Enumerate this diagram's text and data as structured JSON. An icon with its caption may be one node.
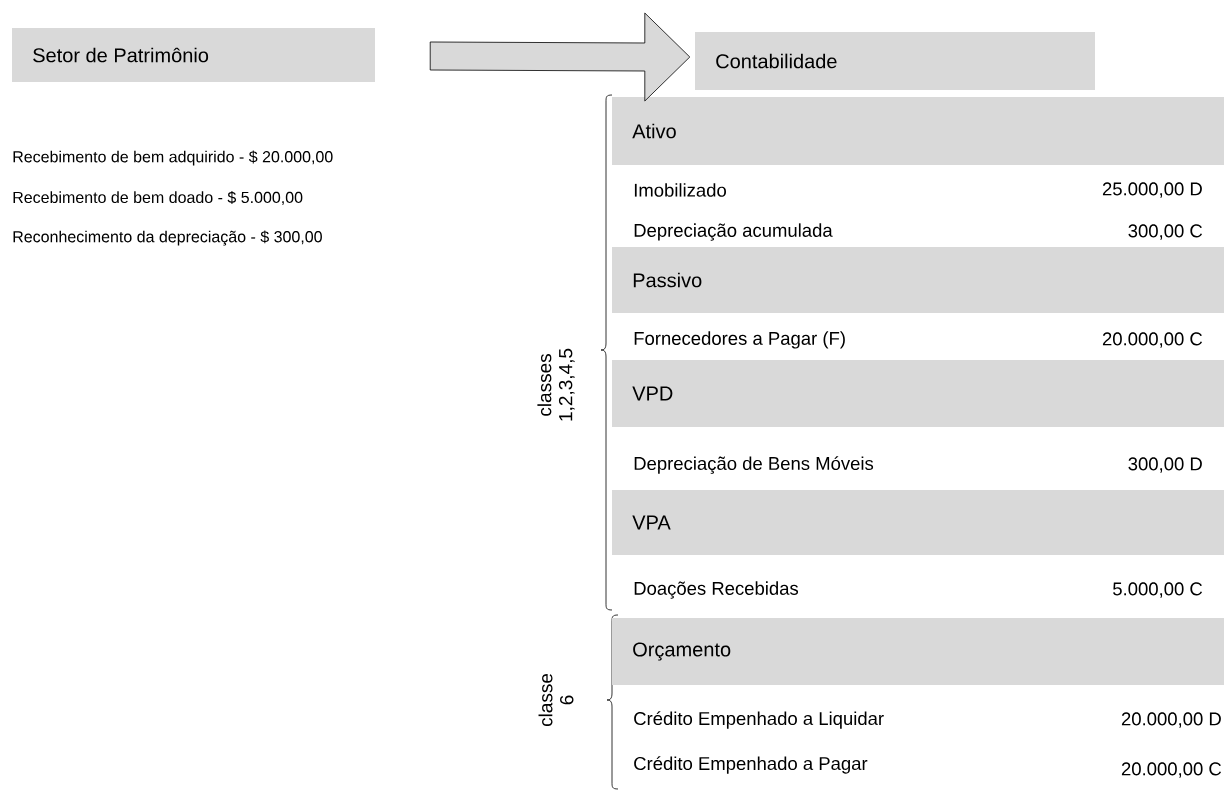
{
  "diagram": {
    "nodes": [
      {
        "text": [
          "Setor de Patrimônio"
        ]
      },
      {
        "text": [
          "Contabilidade"
        ]
      },
      {
        "text": [
          "Ativo"
        ]
      },
      {
        "text": [
          "Passivo"
        ]
      },
      {
        "text": [
          "VPD"
        ]
      },
      {
        "text": [
          "VPA"
        ]
      },
      {
        "text": [
          "Orçamento"
        ]
      }
    ],
    "edges": [
      {
        "from": 0,
        "to": 1,
        "arrow": "to"
      }
    ],
    "labels": [
      "Recebimento de bem adquirido - $ 20.000,00",
      "Recebimento de bem doado - $ 5.000,00",
      "Reconhecimento da depreciação - $ 300,00",
      "Imobilizado",
      "25.000,00 D",
      "Depreciação acumulada",
      "300,00 C",
      "classes 1,2,3,4,5",
      "Fornecedores a Pagar (F)",
      "20.000,00 C",
      "Depreciação de Bens Móveis",
      "300,00 D",
      "Doações Recebidas",
      "5.000,00 C",
      "classe 6",
      "Crédito Empenhado a Liquidar",
      "20.000,00 D",
      "Crédito Empenhado a Pagar",
      "20.000,00 C"
    ]
  }
}
